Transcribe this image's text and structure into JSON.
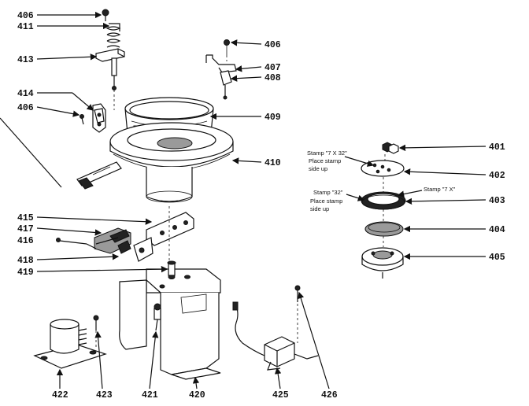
{
  "diagram": {
    "labels": {
      "p406a": "406",
      "p411": "411",
      "p413": "413",
      "p414": "414",
      "p406b": "406",
      "p406c": "406",
      "p407": "407",
      "p408": "408",
      "p409": "409",
      "p410": "410",
      "p401": "401",
      "p402": "402",
      "p403": "403",
      "p404": "404",
      "p405": "405",
      "p415": "415",
      "p417": "417",
      "p416": "416",
      "p418": "418",
      "p419": "419",
      "p422": "422",
      "p423": "423",
      "p421": "421",
      "p420": "420",
      "p425": "425",
      "p426": "426"
    },
    "notes": {
      "stamp_7x32_1": "Stamp \"7 X 32\"",
      "stamp_7x32_2": "Place stamp",
      "stamp_7x32_3": "side up",
      "stamp_32_1": "Stamp \"32\"",
      "stamp_32_2": "Place stamp",
      "stamp_32_3": "side up",
      "stamp_7x": "Stamp \"7 X\""
    },
    "colors": {
      "ink": "#111111",
      "paper": "#ffffff",
      "shade": "#9a9a9a"
    }
  }
}
